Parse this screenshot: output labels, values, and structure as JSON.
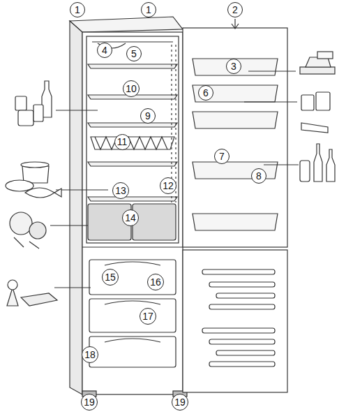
{
  "diagram": {
    "nodes": [
      {
        "text": [
          "1"
        ]
      },
      {
        "text": [
          "1"
        ]
      },
      {
        "text": [
          "2"
        ]
      },
      {
        "text": [
          "4"
        ]
      },
      {
        "text": [
          "5"
        ]
      },
      {
        "text": [
          "3"
        ]
      },
      {
        "text": [
          "10"
        ]
      },
      {
        "text": [
          "6"
        ]
      },
      {
        "text": [
          "9"
        ]
      },
      {
        "text": [
          "11"
        ]
      },
      {
        "text": [
          "7"
        ]
      },
      {
        "text": [
          "8"
        ]
      },
      {
        "text": [
          "12"
        ]
      },
      {
        "text": [
          "13"
        ]
      },
      {
        "text": [
          "14"
        ]
      },
      {
        "text": [
          "15"
        ]
      },
      {
        "text": [
          "16"
        ]
      },
      {
        "text": [
          "17"
        ]
      },
      {
        "text": [
          "18"
        ]
      },
      {
        "text": [
          "19"
        ]
      },
      {
        "text": [
          "19"
        ]
      }
    ]
  }
}
